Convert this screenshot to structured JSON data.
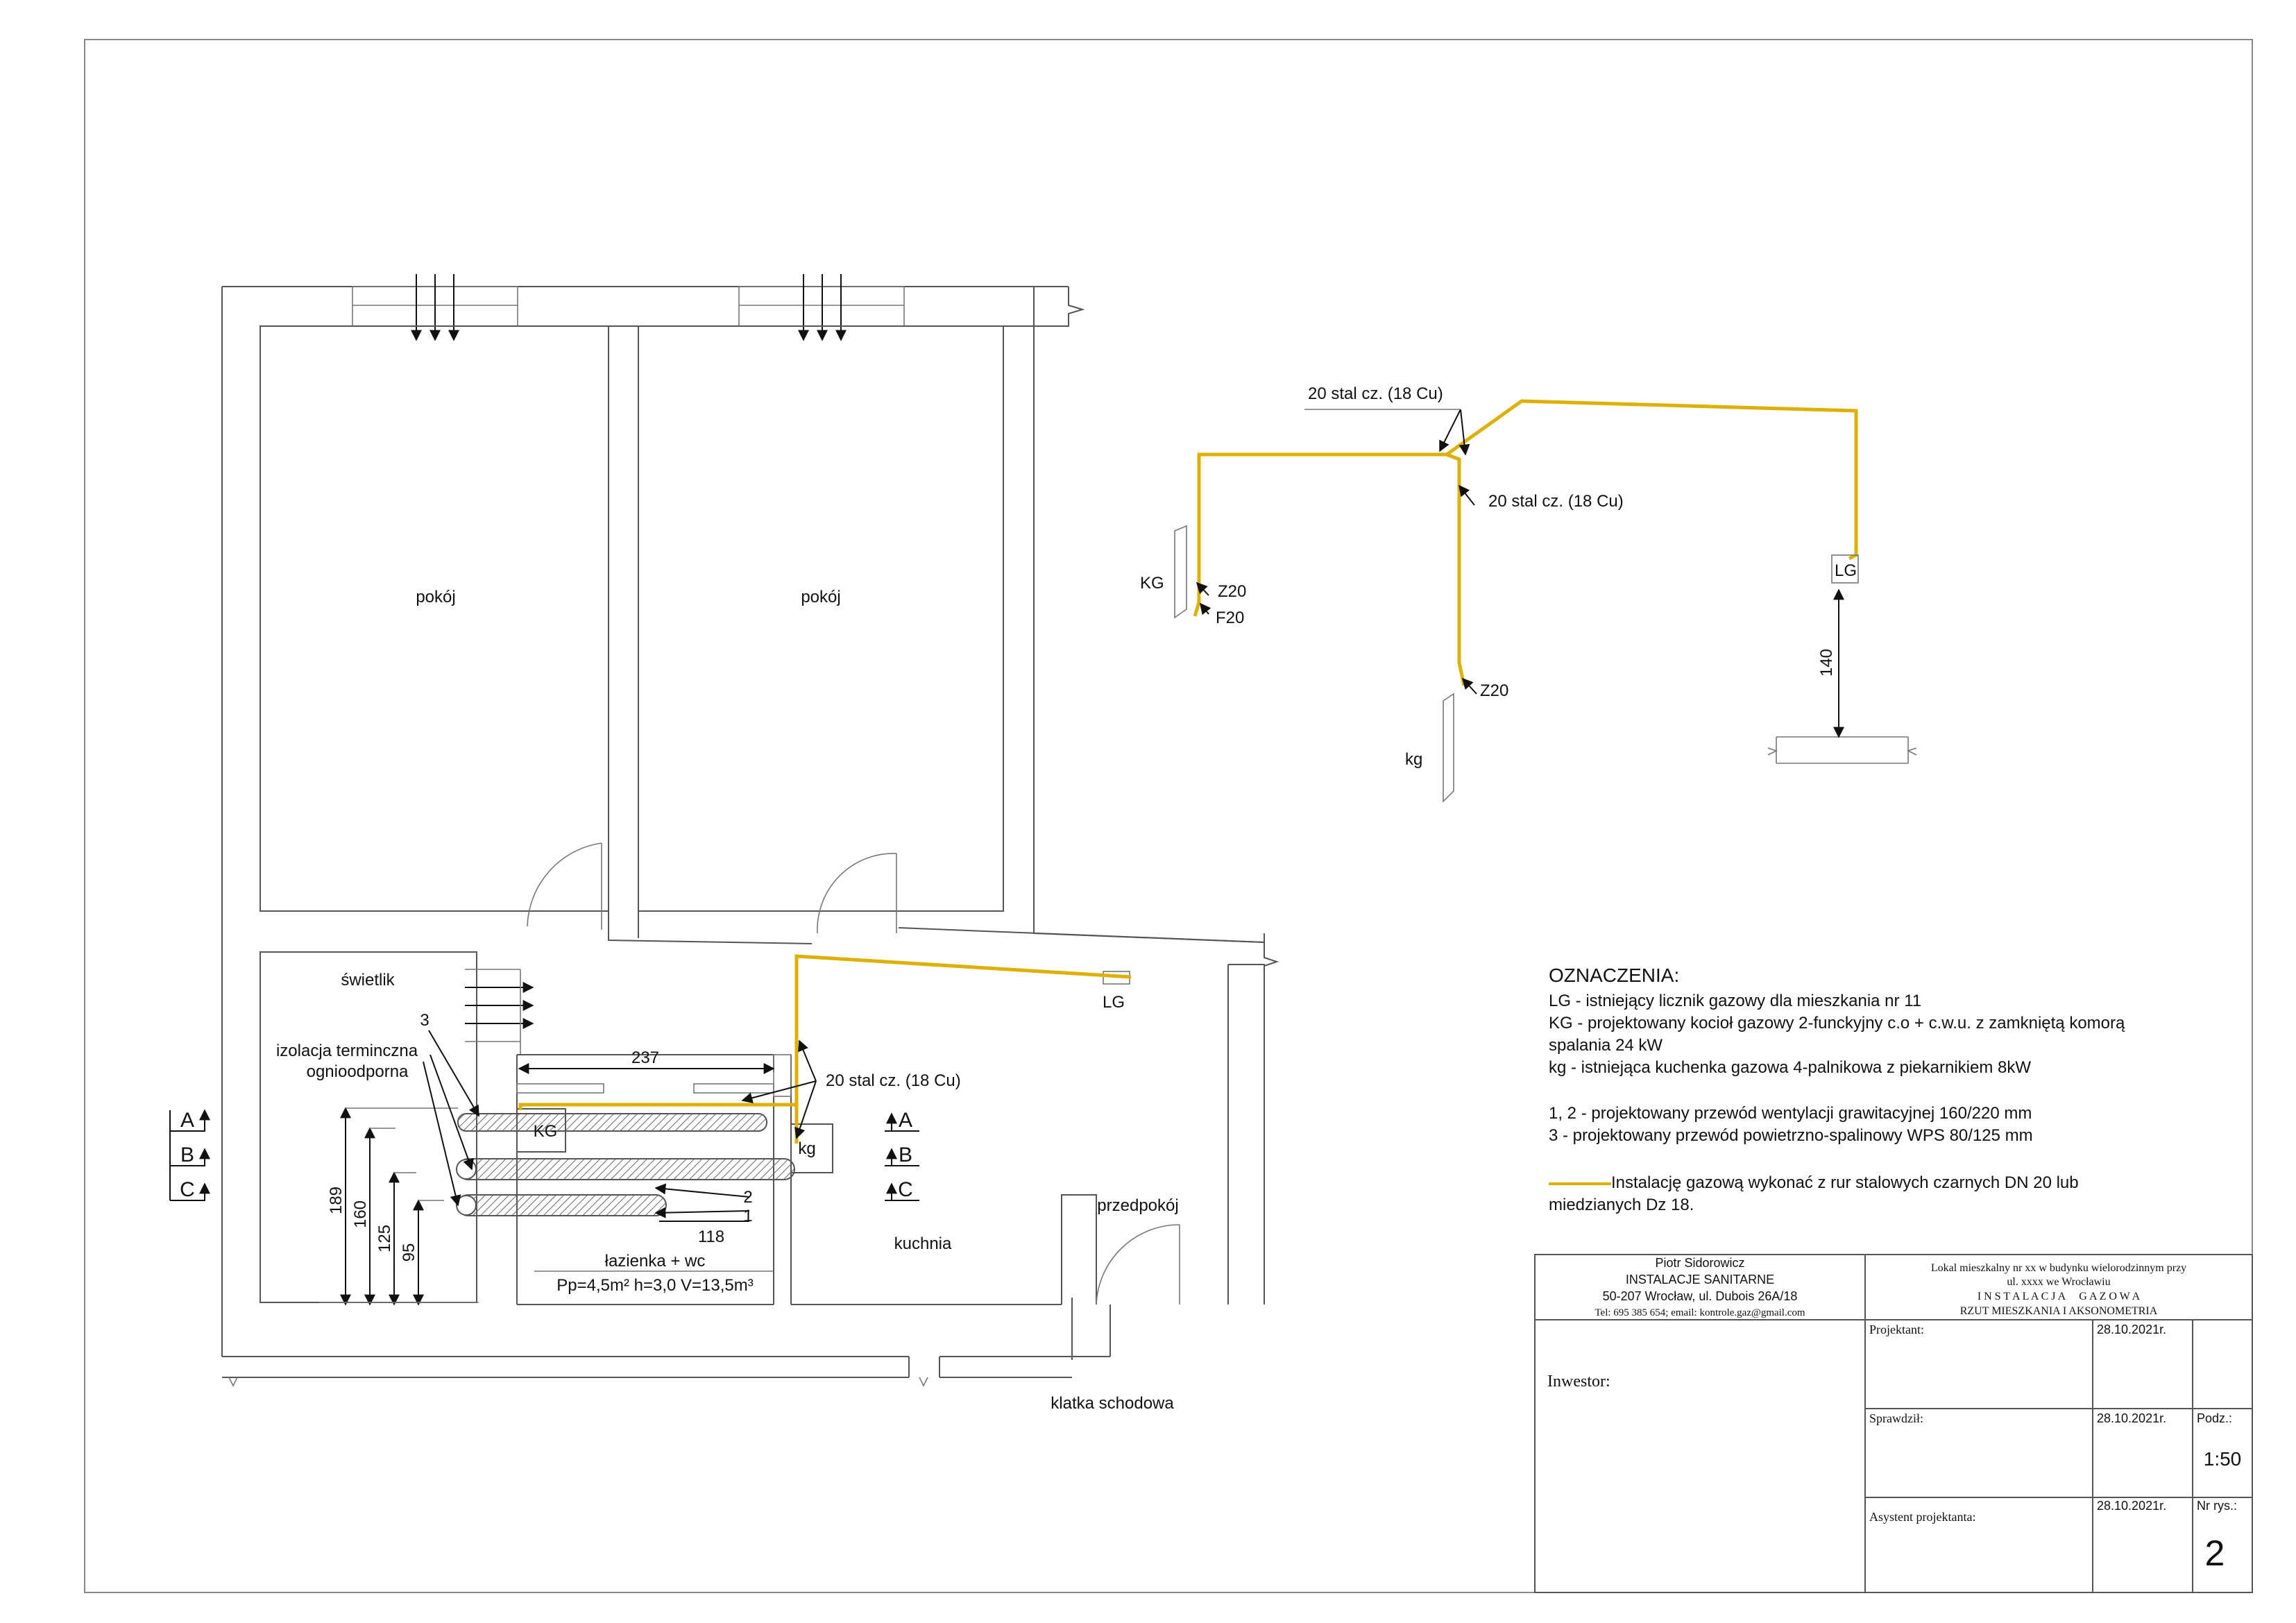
{
  "rooms": {
    "pokoj_left": "pokój",
    "pokoj_right": "pokój",
    "swietlik": "świetlik",
    "lazienka": "łazienka + wc",
    "lazienka_params": "Pp=4,5m² h=3,0 V=13,5m³",
    "kuchnia": "kuchnia",
    "przedpokoj": "przedpokój",
    "klatka": "klatka schodowa"
  },
  "plan_labels": {
    "lg": "LG",
    "kg_boiler": "KG",
    "kg_cooker": "kg",
    "pipe": "20 stal cz. (18 Cu)",
    "insulation_line1": "izolacja terminczna",
    "insulation_line2": "ognioodporna",
    "num_3": "3",
    "num_2": "2",
    "num_1": "1",
    "dim_237": "237",
    "dim_118": "118",
    "dim_189": "189",
    "dim_160": "160",
    "dim_125": "125",
    "dim_95": "95",
    "section_a": "A",
    "section_b": "B",
    "section_c": "C"
  },
  "axonometric": {
    "pipe_top": "20 stal cz. (18 Cu)",
    "pipe_mid": "20 stal cz. (18 Cu)",
    "kg_boiler": "KG",
    "z20_boiler": "Z20",
    "f20": "F20",
    "z20_cooker": "Z20",
    "kg_cooker": "kg",
    "lg": "LG",
    "dim_140": "140"
  },
  "legend": {
    "title": "OZNACZENIA:",
    "lines": [
      "LG -  istniejący licznik gazowy dla mieszkania nr 11",
      "KG -  projektowany kocioł gazowy 2-funckyjny c.o + c.w.u. z zamkniętą komorą",
      "spalania 24 kW",
      "kg - istniejąca kuchenka gazowa 4-palnikowa z piekarnikiem 8kW",
      "1, 2 - projektowany przewód  wentylacji grawitacyjnej 160/220 mm",
      "3 - projektowany przewód powietrzno-spalinowy WPS 80/125 mm"
    ],
    "gas_line_1": "Instalację gazową wykonać z rur stalowych czarnych DN  20 lub",
    "gas_line_2": "miedzianych Dz 18.",
    "gas_color": "#e0b000"
  },
  "title_block": {
    "company_name": "Piotr Sidorowicz",
    "company_type": "INSTALACJE SANITARNE",
    "company_address": "50-207 Wrocław, ul. Dubois 26A/18",
    "company_contact": "Tel: 695 385 654; email: kontrole.gaz@gmail.com",
    "object_line1": "Lokal mieszkalny nr xx w budynku wielorodzinnym przy",
    "object_line2": "ul. xxxx we Wrocławiu",
    "drawing_type": "I N S T A L A C J A     G A Z O W A",
    "drawing_title": "RZUT MIESZKANIA I AKSONOMETRIA",
    "investor_label": "Inwestor:",
    "designer_label": "Projektant:",
    "checked_label": "Sprawdził:",
    "assistant_label": "Asystent projektanta:",
    "date_designer": "28.10.2021r.",
    "date_checked": "28.10.2021r.",
    "date_assistant": "28.10.2021r.",
    "scale_label": "Podz.:",
    "scale_value": "1:50",
    "drawing_no_label": "Nr rys.:",
    "drawing_no": "2"
  }
}
